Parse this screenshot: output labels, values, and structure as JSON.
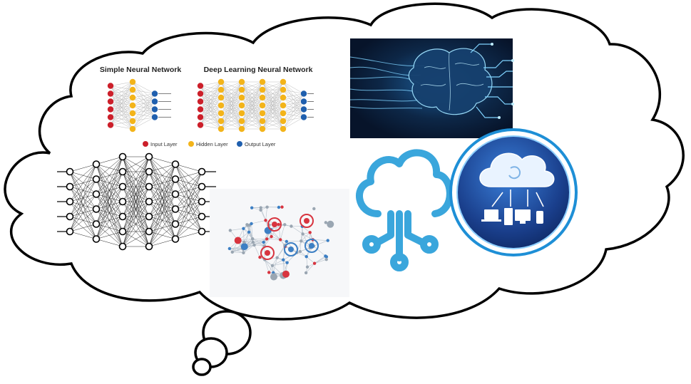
{
  "collage": {
    "nn_comparison": {
      "left_title": "Simple Neural Network",
      "right_title": "Deep Learning Neural Network",
      "legend": [
        {
          "label": "Input Layer",
          "color": "#cc1f2a"
        },
        {
          "label": "Hidden Layer",
          "color": "#f3b41a"
        },
        {
          "label": "Output Layer",
          "color": "#1f5fae"
        }
      ]
    },
    "icons": {
      "cloud_network": "cloud-network-icon",
      "cloud_devices_badge": "cloud-devices-badge-icon",
      "digital_brain": "digital-circuit-brain-icon",
      "brain_network": "brain-node-network-icon",
      "layered_network": "layered-neural-network-icon"
    },
    "colors": {
      "outline": "#000000",
      "cloud_icon": "#3aa6dc",
      "badge_ring": "#1e8fd6",
      "badge_inner": "#1a3f8c",
      "brain_bg": "#0b1a33"
    }
  }
}
